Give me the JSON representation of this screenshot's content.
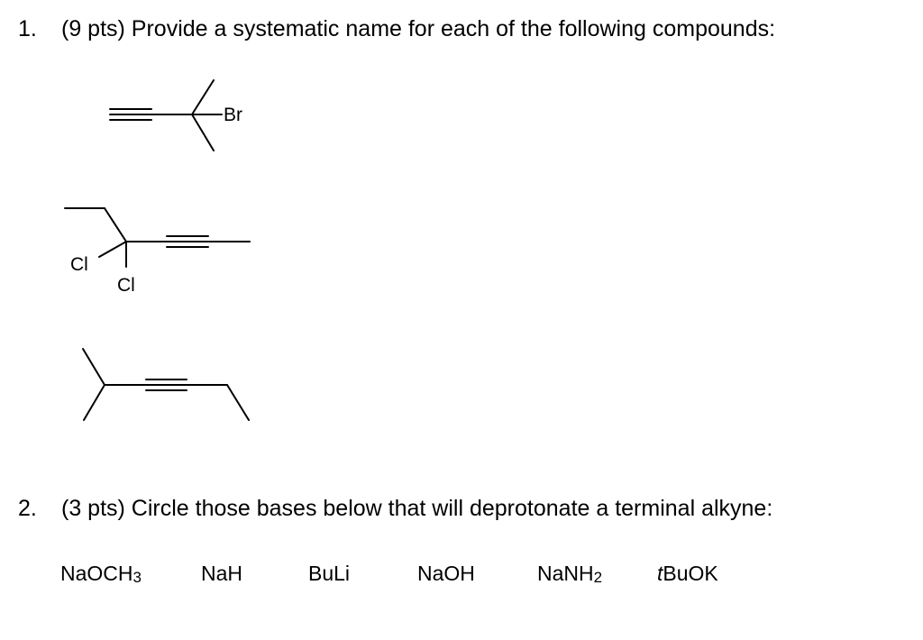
{
  "q1": {
    "number": "1.",
    "text": "(9 pts) Provide a systematic name for each of the following compounds:",
    "structures": [
      {
        "atoms": [
          "Br"
        ]
      },
      {
        "atoms": [
          "Cl",
          "Cl"
        ]
      },
      {
        "atoms": []
      }
    ]
  },
  "q2": {
    "number": "2.",
    "text": "(3 pts) Circle those bases below that will deprotonate a terminal alkyne:",
    "bases": [
      {
        "main": "NaOCH",
        "sub": "3"
      },
      {
        "main": "NaH",
        "sub": ""
      },
      {
        "main": "BuLi",
        "sub": ""
      },
      {
        "main": "NaOH",
        "sub": ""
      },
      {
        "main": "NaNH",
        "sub": "2"
      },
      {
        "prefix": "t",
        "main": "BuOK",
        "sub": ""
      }
    ]
  }
}
